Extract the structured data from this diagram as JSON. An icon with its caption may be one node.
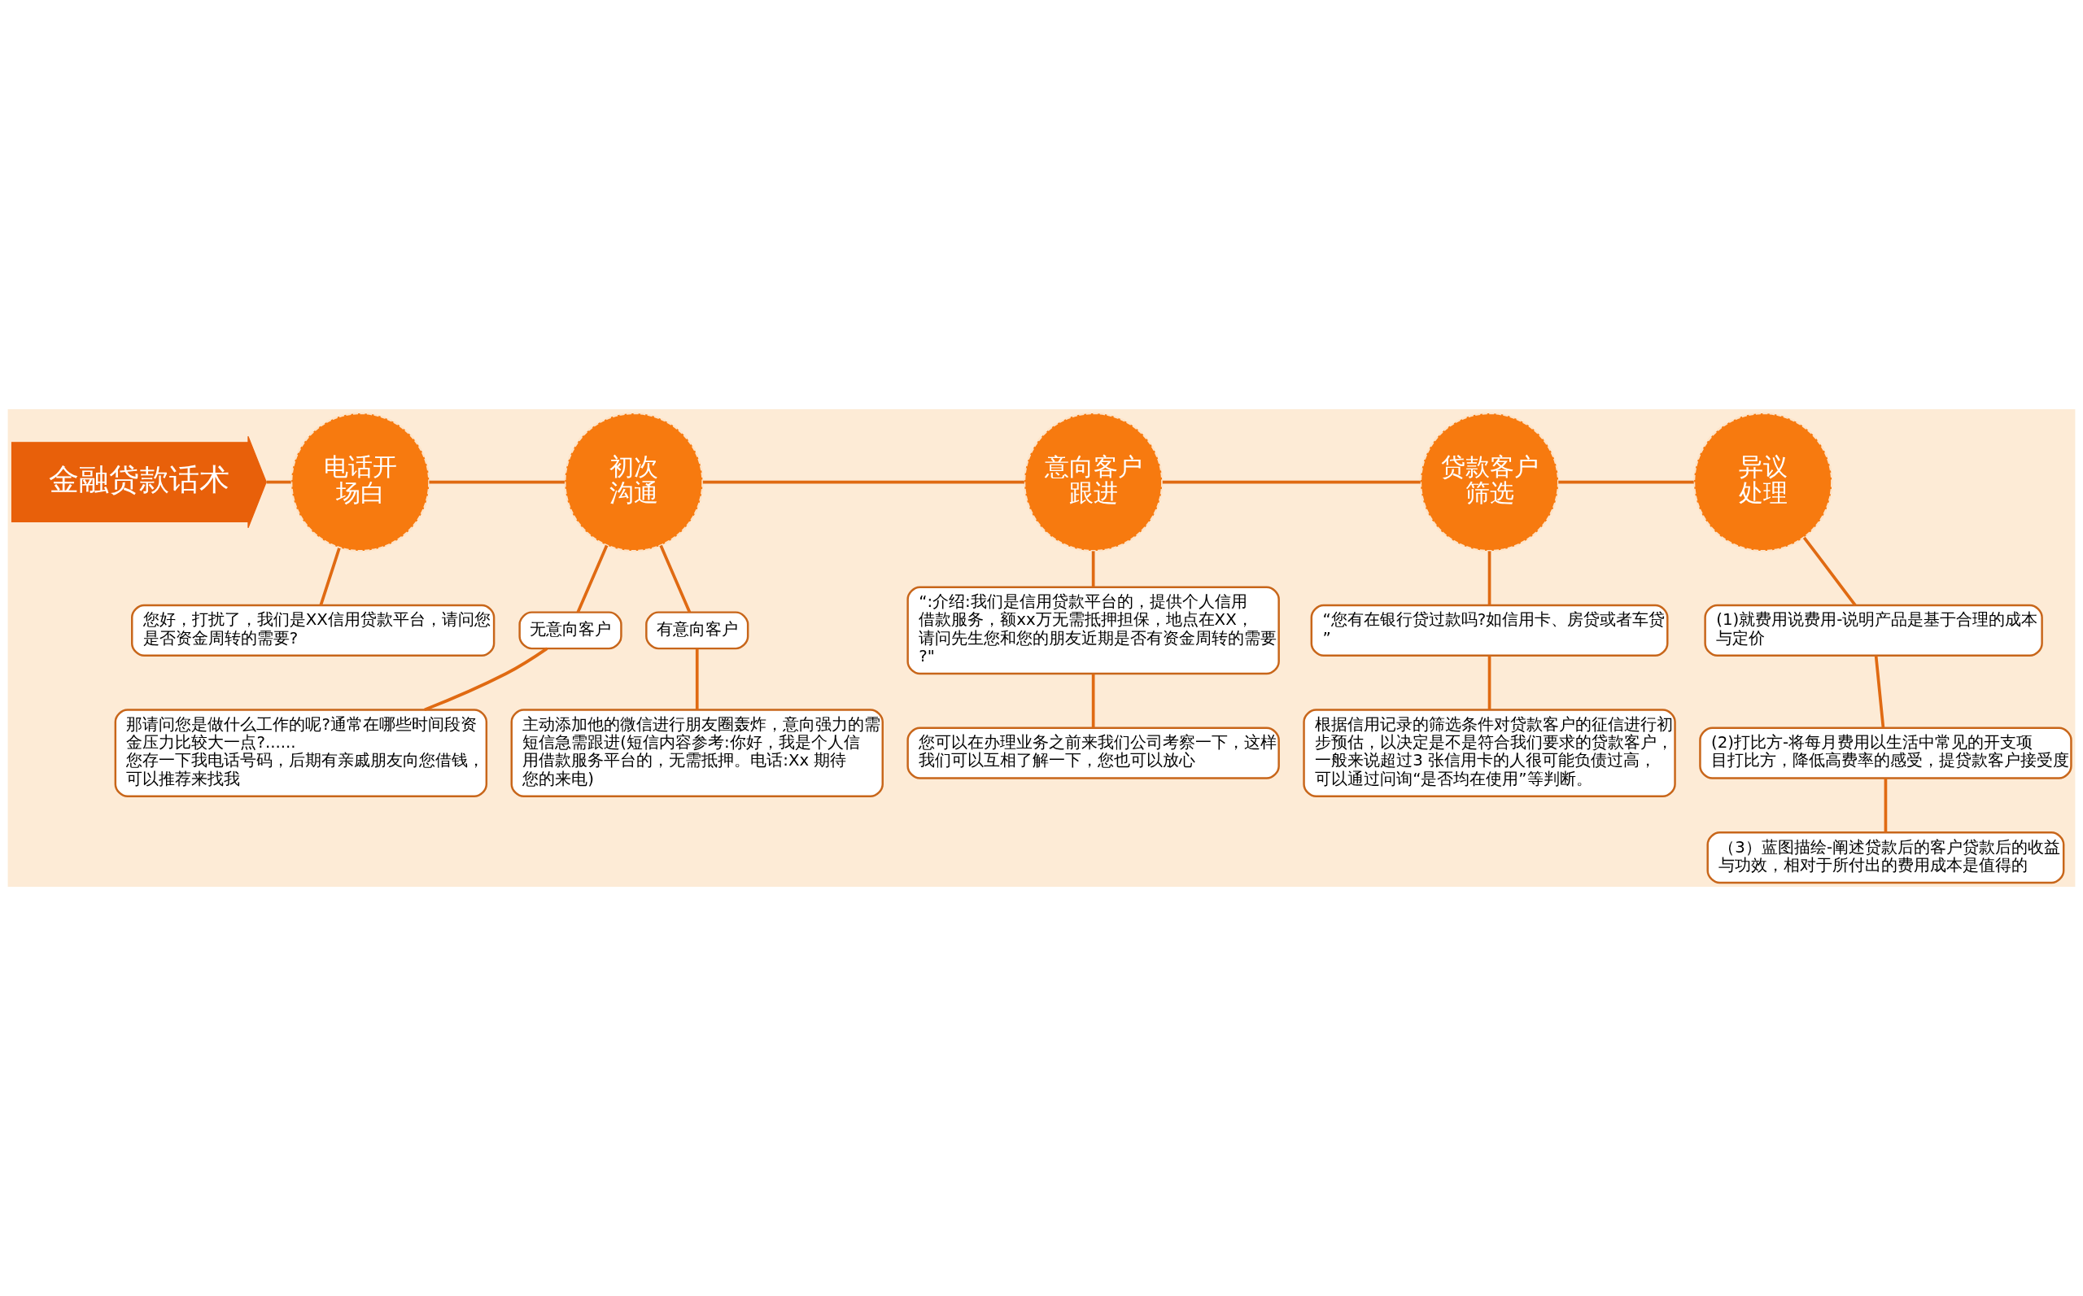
{
  "diagram": {
    "nodes": [
      {
        "text": [
          "金融贷款话术"
        ]
      },
      {
        "text": [
          "电话开场白"
        ]
      },
      {
        "text": [
          "您好，打扰了，我们是XX信用贷款平台，请问您是否资金周转的需要?"
        ]
      },
      {
        "text": [
          "初次沟通"
        ]
      },
      {
        "text": [
          "无意向客户"
        ]
      },
      {
        "text": [
          "有意向客户"
        ]
      },
      {
        "text": [
          "那请问您是做什么工作的呢?通常在哪些时间段资金压力比较大一点?......",
          "您存一下我电话号码，后期有亲戚朋友向您借钱，可以推荐来找我"
        ]
      },
      {
        "text": [
          "主动添加他的微信进行朋友圈轰炸，意向强力的需短信急需跟进(短信内容参考:你好，我是个人信用借款服务平台的，无需抵押。电话:Xx 期待您的来电)"
        ]
      },
      {
        "text": [
          "意向客户跟进"
        ]
      },
      {
        "text": [
          "“:介绍:我们是信用贷款平台的，提供个人信用借款服务，额xx万无需抵押担保，地点在XX，请问先生您和您的朋友近期是否有资金周转的需要?\""
        ]
      },
      {
        "text": [
          "您可以在办理业务之前来我们公司考察一下，这样我们可以互相了解一下，您也可以放心"
        ]
      },
      {
        "text": [
          "贷款客户筛选"
        ]
      },
      {
        "text": [
          "“您有在银行贷过款吗?如信用卡、房贷或者车贷”"
        ]
      },
      {
        "text": [
          "根据信用记录的筛选条件对贷款客户的征信进行初步预估，以决定是不是符合我们要求的贷款客户，一般来说超过3 张信用卡的人很可能负债过高，可以通过问询“是否均在使用”等判断。"
        ]
      },
      {
        "text": [
          "异议处理"
        ]
      },
      {
        "text": [
          "(1)就费用说费用-说明产品是基于合理的成本与定价"
        ]
      },
      {
        "text": [
          "(2)打比方-将每月费用以生活中常见的开支项目打比方，降低高费率的感受，提贷款客户接受度"
        ]
      },
      {
        "text": [
          "（3）蓝图描绘-阐述贷款后的客户贷款后的收益与功效，相对于所付出的费用成本是值得的"
        ]
      }
    ],
    "edges": [
      {
        "from": 0,
        "to": 1,
        "arrow": "none"
      },
      {
        "from": 1,
        "to": 2,
        "arrow": "none"
      },
      {
        "from": 1,
        "to": 3,
        "arrow": "none"
      },
      {
        "from": 3,
        "to": 4,
        "arrow": "none"
      },
      {
        "from": 3,
        "to": 5,
        "arrow": "none"
      },
      {
        "from": 4,
        "to": 6,
        "arrow": "none"
      },
      {
        "from": 5,
        "to": 7,
        "arrow": "none"
      },
      {
        "from": 3,
        "to": 8,
        "arrow": "none"
      },
      {
        "from": 8,
        "to": 9,
        "arrow": "none"
      },
      {
        "from": 9,
        "to": 10,
        "arrow": "none"
      },
      {
        "from": 8,
        "to": 11,
        "arrow": "none"
      },
      {
        "from": 11,
        "to": 12,
        "arrow": "none"
      },
      {
        "from": 12,
        "to": 13,
        "arrow": "none"
      },
      {
        "from": 11,
        "to": 14,
        "arrow": "none"
      },
      {
        "from": 14,
        "to": 15,
        "arrow": "none"
      },
      {
        "from": 15,
        "to": 16,
        "arrow": "none"
      },
      {
        "from": 16,
        "to": 17,
        "arrow": "none"
      }
    ]
  }
}
